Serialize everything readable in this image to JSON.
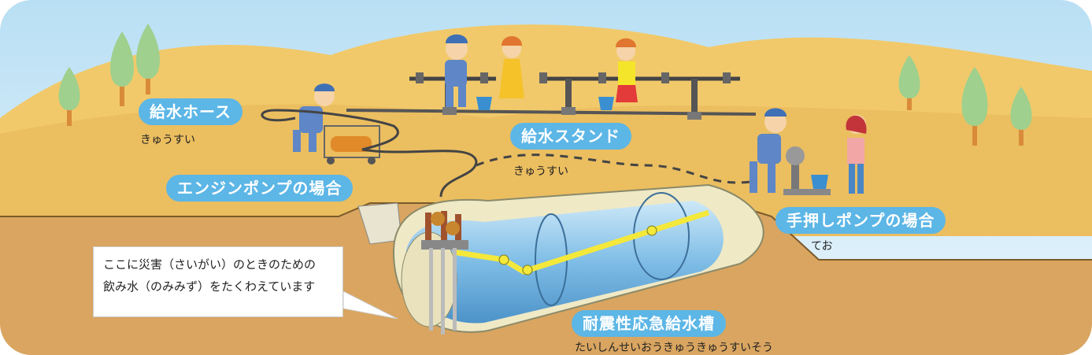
{
  "labels": {
    "hose": "給水ホース",
    "hose_ruby": "きゅうすい",
    "stand": "給水スタンド",
    "stand_ruby": "きゅうすい",
    "engine_pump": "エンジンポンプの場合",
    "hand_pump": "手押しポンプの場合",
    "hand_pump_ruby": "てお",
    "tank": "耐震性応急給水槽",
    "tank_ruby": "たいしんせいおうきゅうきゅうすいそう"
  },
  "note": {
    "line1": "ここに災害（さいがい）のときのための",
    "line2": "飲み水（のみみず）をたくわえています"
  },
  "colors": {
    "sky": "#cfe9f7",
    "hill": "#f1c96a",
    "ground": "#d9a560",
    "tank": "#8fc7ea",
    "pill": "#5cb6e6",
    "tree": "#9fd08e"
  }
}
